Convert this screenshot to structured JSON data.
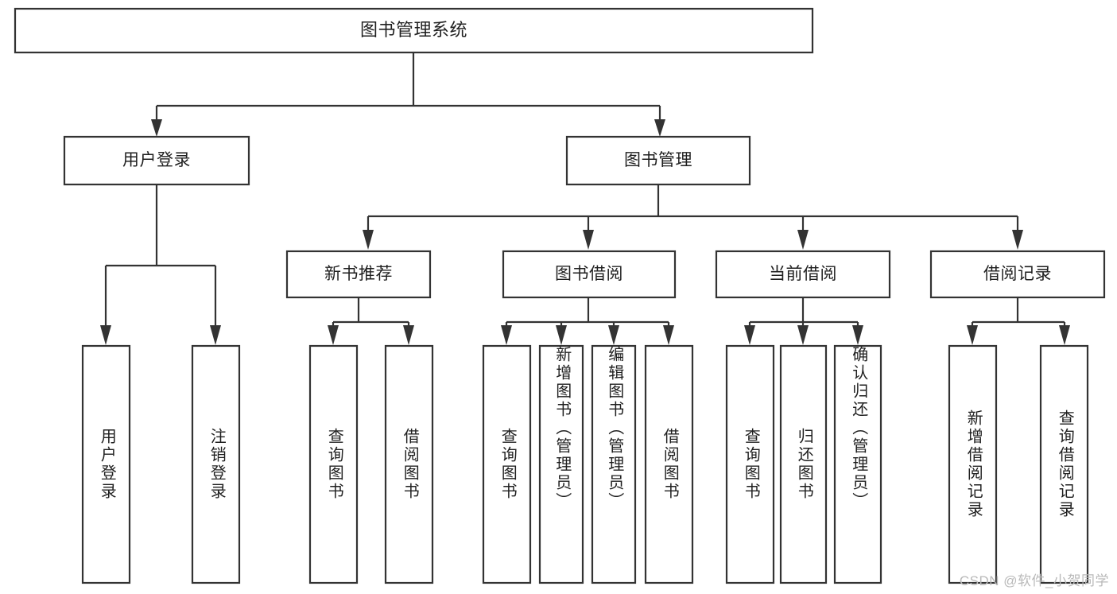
{
  "diagram": {
    "type": "tree",
    "title": "图书管理系统",
    "root": {
      "id": "root",
      "label": "图书管理系统"
    },
    "level2": [
      {
        "id": "user-login",
        "label": "用户登录"
      },
      {
        "id": "book-manage",
        "label": "图书管理"
      }
    ],
    "level3": [
      {
        "id": "new-book-rec",
        "label": "新书推荐",
        "parent": "book-manage"
      },
      {
        "id": "book-borrow",
        "label": "图书借阅",
        "parent": "book-manage"
      },
      {
        "id": "current-borrow",
        "label": "当前借阅",
        "parent": "book-manage"
      },
      {
        "id": "borrow-record",
        "label": "借阅记录",
        "parent": "book-manage"
      }
    ],
    "leaves": [
      {
        "id": "leaf-user-login",
        "label": "用户登录",
        "parent": "user-login"
      },
      {
        "id": "leaf-user-logout",
        "label": "注销登录",
        "parent": "user-login"
      },
      {
        "id": "leaf-query-book-1",
        "label": "查询图书",
        "parent": "new-book-rec"
      },
      {
        "id": "leaf-borrow-book-1",
        "label": "借阅图书",
        "parent": "new-book-rec"
      },
      {
        "id": "leaf-query-book-2",
        "label": "查询图书",
        "parent": "book-borrow"
      },
      {
        "id": "leaf-add-book",
        "label": "新增图书（管理员）",
        "parent": "book-borrow"
      },
      {
        "id": "leaf-edit-book",
        "label": "编辑图书（管理员）",
        "parent": "book-borrow"
      },
      {
        "id": "leaf-borrow-book-2",
        "label": "借阅图书",
        "parent": "book-borrow"
      },
      {
        "id": "leaf-query-book-3",
        "label": "查询图书",
        "parent": "current-borrow"
      },
      {
        "id": "leaf-return-book",
        "label": "归还图书",
        "parent": "current-borrow"
      },
      {
        "id": "leaf-confirm-return",
        "label": "确认归还（管理员）",
        "parent": "current-borrow"
      },
      {
        "id": "leaf-add-record",
        "label": "新增借阅记录",
        "parent": "borrow-record"
      },
      {
        "id": "leaf-query-record",
        "label": "查询借阅记录",
        "parent": "borrow-record"
      }
    ]
  },
  "watermark": {
    "text": "CSDN @软件_小贺同学"
  },
  "colors": {
    "background": "#ffffff",
    "box_fill": "#ffffff",
    "box_stroke": "#333333",
    "text": "#1f1f1f",
    "watermark": "#b9b9b9"
  }
}
